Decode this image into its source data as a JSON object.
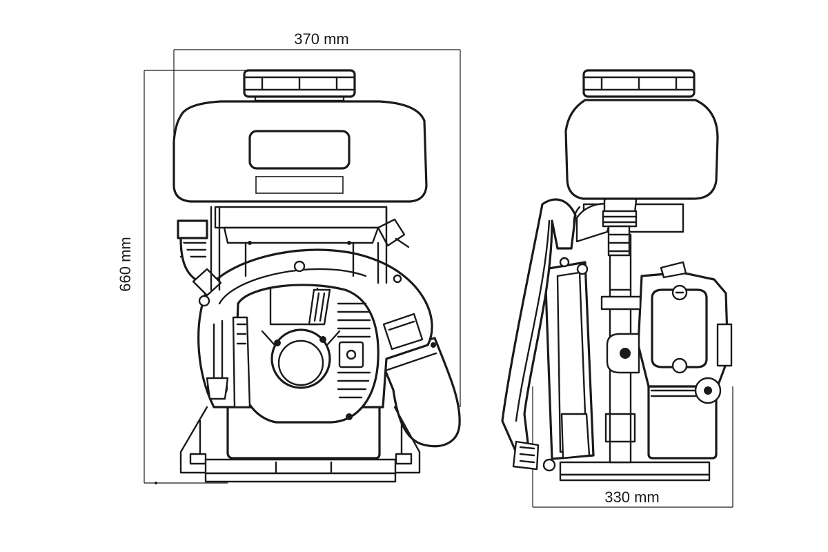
{
  "dimensions": {
    "width": "370 mm",
    "height": "660 mm",
    "depth": "330 mm"
  },
  "colors": {
    "line": "#1a1a1a",
    "background": "#ffffff"
  }
}
